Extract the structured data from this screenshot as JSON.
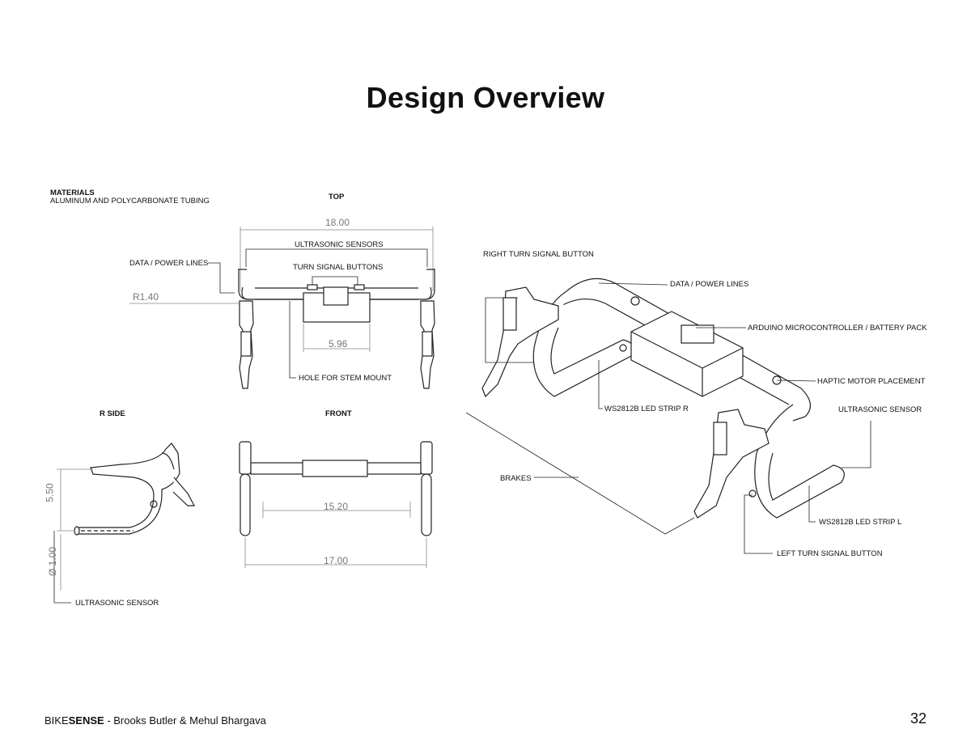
{
  "title": "Design Overview",
  "materials": {
    "heading": "MATERIALS",
    "text": "ALUMINUM AND POLYCARBONATE TUBING"
  },
  "views": {
    "top": "TOP",
    "side": "R SIDE",
    "front": "FRONT"
  },
  "top_view": {
    "overall_width": "18.00",
    "ultrasonic_sensors": "ULTRASONIC SENSORS",
    "data_power_lines": "DATA / POWER LINES",
    "turn_signal_buttons": "TURN SIGNAL BUTTONS",
    "radius": "R1.40",
    "box_width": "5.96",
    "hole": "HOLE FOR STEM MOUNT"
  },
  "side_view": {
    "height": "5.50",
    "diameter": "Ø 1.00",
    "ultrasonic_sensor": "ULTRASONIC SENSOR"
  },
  "front_view": {
    "inner_width": "15.20",
    "outer_width": "17.00"
  },
  "iso_view": {
    "right_turn_button": "RIGHT TURN SIGNAL BUTTON",
    "data_power_lines": "DATA / POWER LINES",
    "arduino": "ARDUINO MICROCONTROLLER / BATTERY PACK",
    "haptic": "HAPTIC MOTOR PLACEMENT",
    "ultrasonic_sensor": "ULTRASONIC SENSOR",
    "led_strip_r": "WS2812B LED STRIP R",
    "brakes": "BRAKES",
    "led_strip_l": "WS2812B LED STRIP L",
    "left_turn_button": "LEFT TURN SIGNAL BUTTON"
  },
  "footer": {
    "brand_light": "BIKE",
    "brand_bold": "SENSE",
    "authors": " - Brooks Butler & Mehul Bhargava",
    "page": "32"
  }
}
